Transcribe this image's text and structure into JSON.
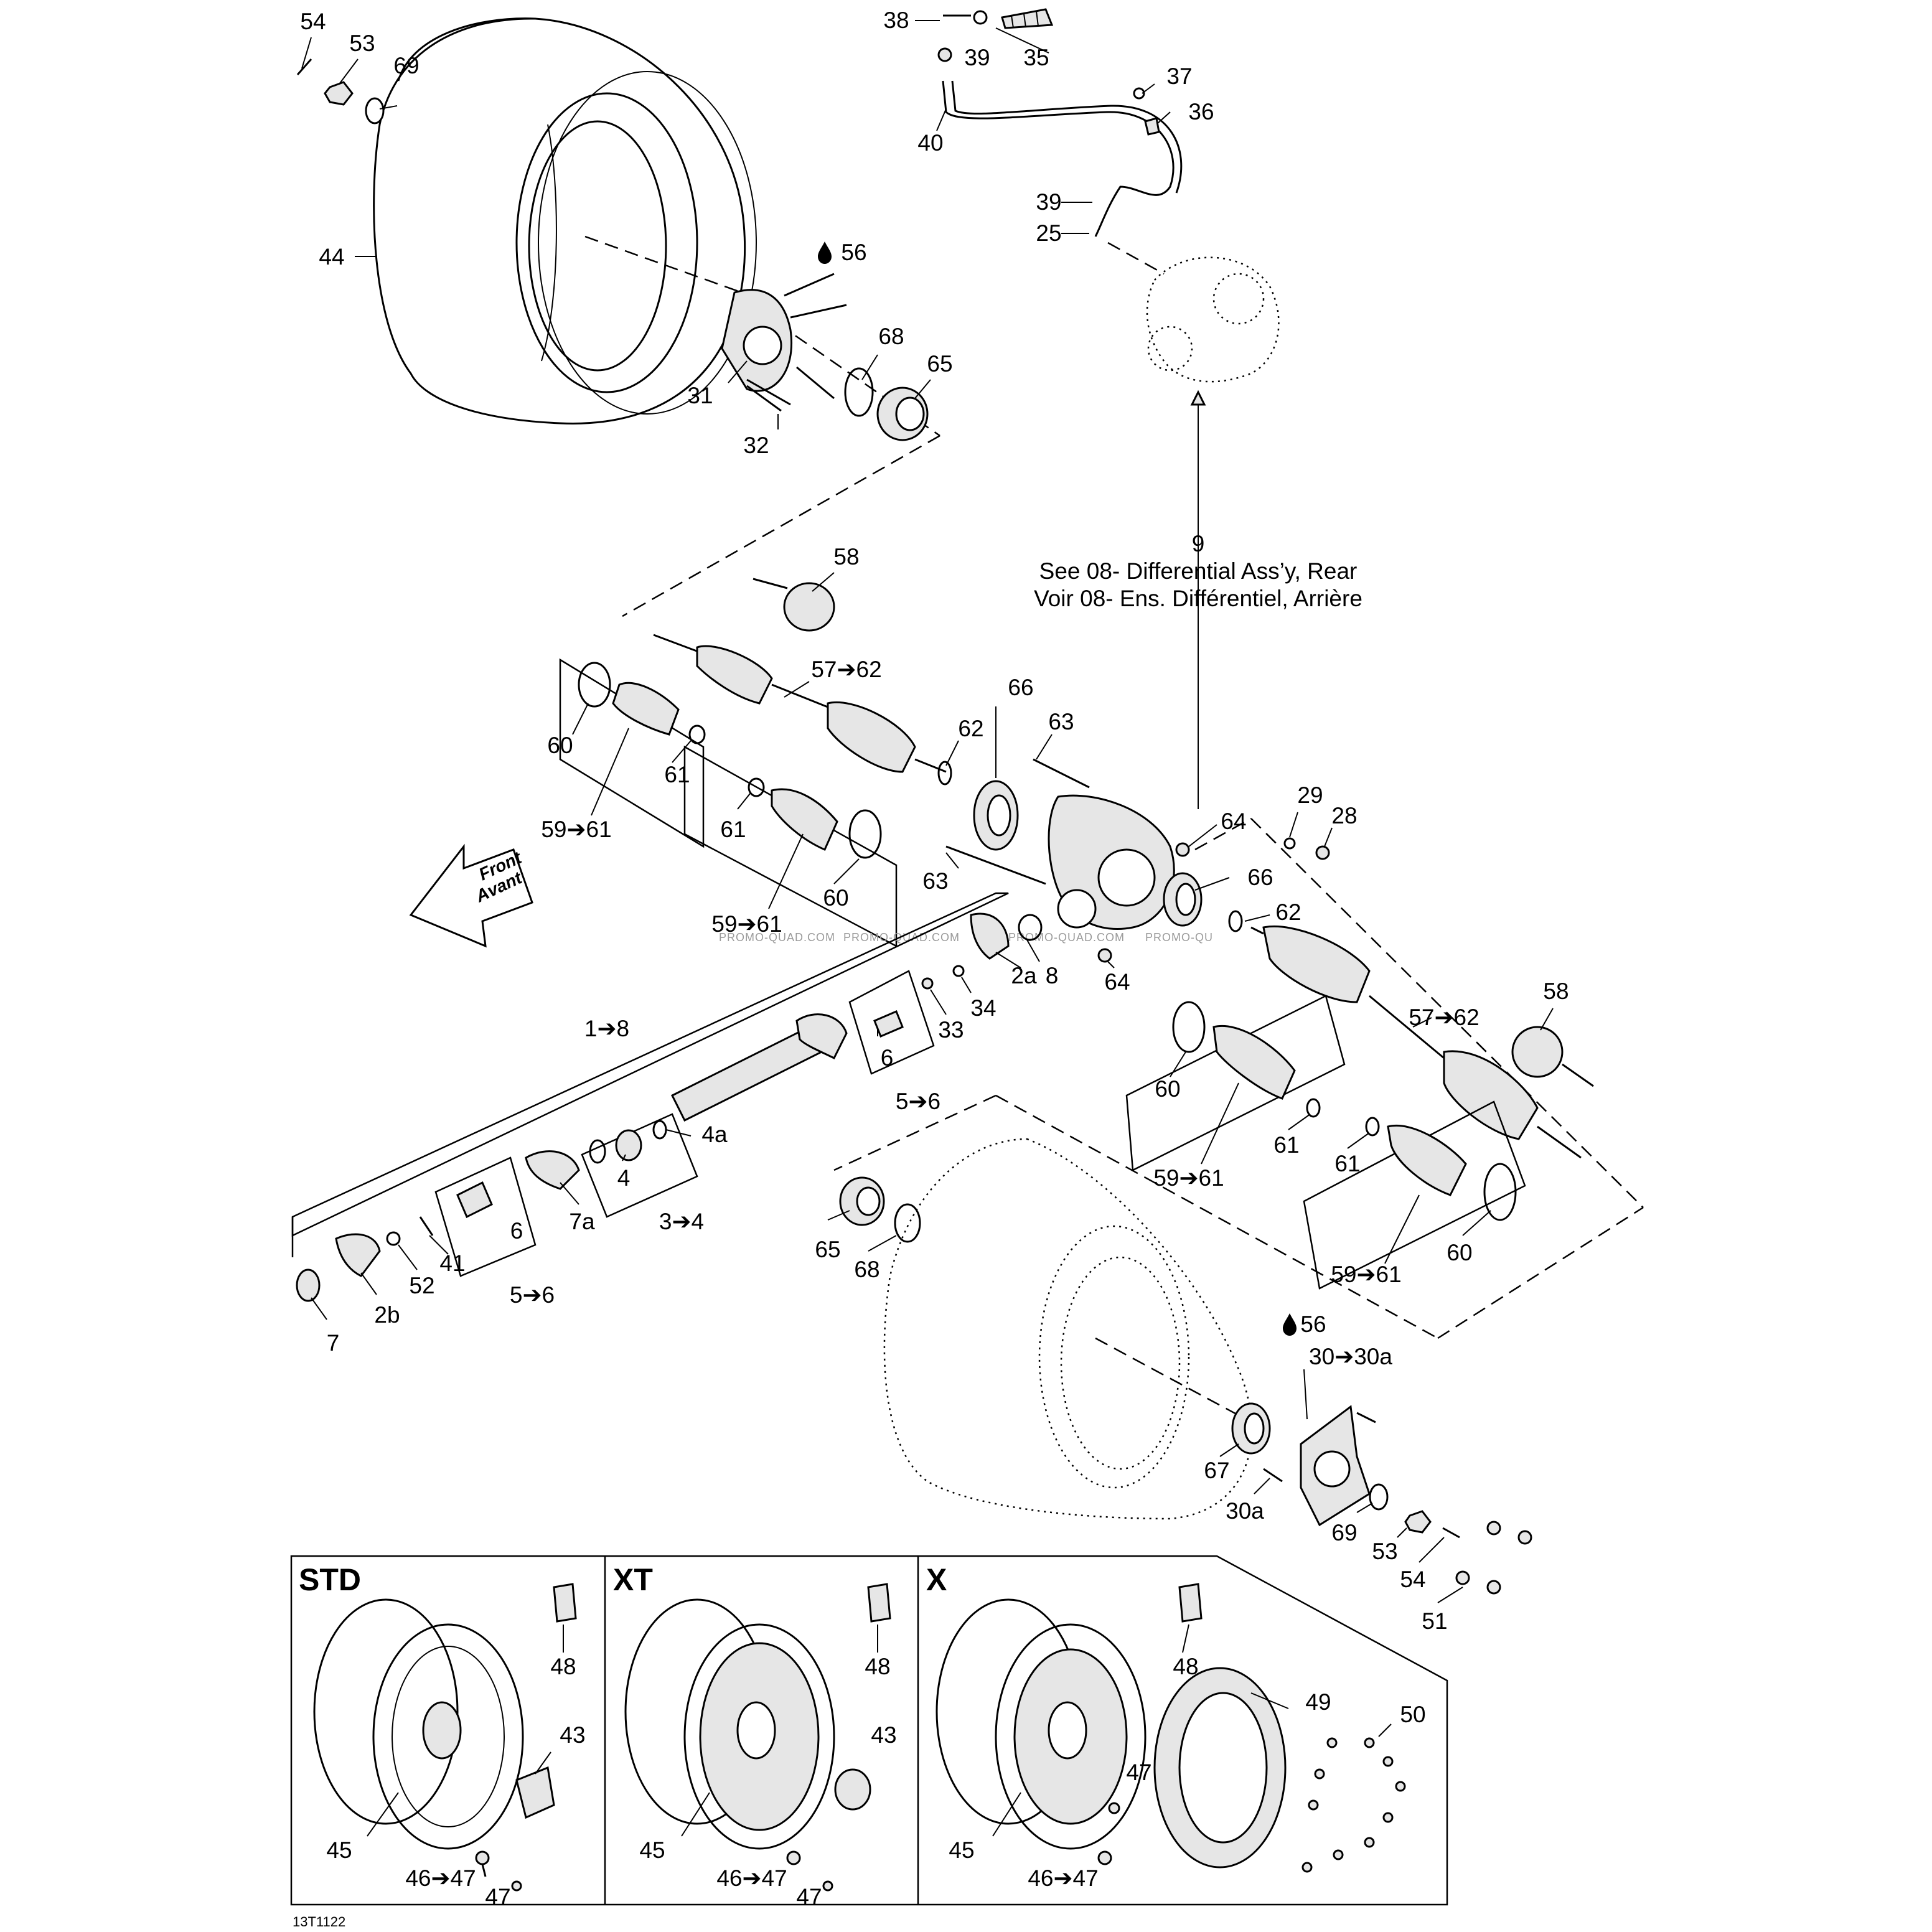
{
  "diagram_id": "13T1122",
  "callouts": {
    "c54a": "54",
    "c53a": "53",
    "c69a": "69",
    "c44": "44",
    "c31": "31",
    "c32": "32",
    "c56a": "56",
    "c68a": "68",
    "c65a": "65",
    "c38": "38",
    "c39a": "39",
    "c35": "35",
    "c37": "37",
    "c36": "36",
    "c40": "40",
    "c39b": "39",
    "c25": "25",
    "c58a": "58",
    "c5762a": "57➔62",
    "c66a": "66",
    "c63a": "63",
    "c62a": "62",
    "c60a": "60",
    "c61a": "61",
    "c5961a": "59➔61",
    "c61b": "61",
    "c60b": "60",
    "c5961b": "59➔61",
    "c63b": "63",
    "c64a": "64",
    "c29": "29",
    "c28": "28",
    "c66b": "66",
    "c62b": "62",
    "c8": "8",
    "c64b": "64",
    "c2a": "2a",
    "c34": "34",
    "c33": "33",
    "c6a": "6",
    "c56b": "5➔6",
    "c18": "1➔8",
    "c4a": "4a",
    "c4": "4",
    "c34b": "3➔4",
    "c7a": "7a",
    "c6b": "6",
    "c41": "41",
    "c52": "52",
    "c56c": "5➔6",
    "c2b": "2b",
    "c7": "7",
    "c58b": "58",
    "c5762b": "57➔62",
    "c60c": "60",
    "c61c": "61",
    "c5961c": "59➔61",
    "c61d": "61",
    "c60d": "60",
    "c5961d": "59➔61",
    "c65b": "65",
    "c68b": "68",
    "c56d": "56",
    "c3030a": "30➔30a",
    "c67": "67",
    "c30a": "30a",
    "c69b": "69",
    "c53b": "53",
    "c54b": "54",
    "c51": "51",
    "c48a": "48",
    "c43a": "43",
    "c45a": "45",
    "c4647a": "46➔47",
    "c47a": "47",
    "c48b": "48",
    "c43b": "43",
    "c45b": "45",
    "c4647b": "46➔47",
    "c47b": "47",
    "c48c": "48",
    "c49": "49",
    "c50": "50",
    "c47c": "47",
    "c45c": "45",
    "c4647c": "46➔47"
  },
  "note": {
    "number": "9",
    "line_en": "See 08- Differential Ass’y, Rear",
    "line_fr": "Voir 08- Ens. Différentiel, Arrière"
  },
  "front_arrow": {
    "line1": "Front",
    "line2": "Avant"
  },
  "variants": {
    "std": "STD",
    "xt": "XT",
    "x": "X"
  },
  "watermark": [
    "PROMO-QUAD.COM",
    "PROMO-QUAD.COM",
    "PROMO-QUAD.COM",
    "PROMO-QU"
  ],
  "icons": [
    "oil-drop-icon",
    "arrow-icon"
  ]
}
